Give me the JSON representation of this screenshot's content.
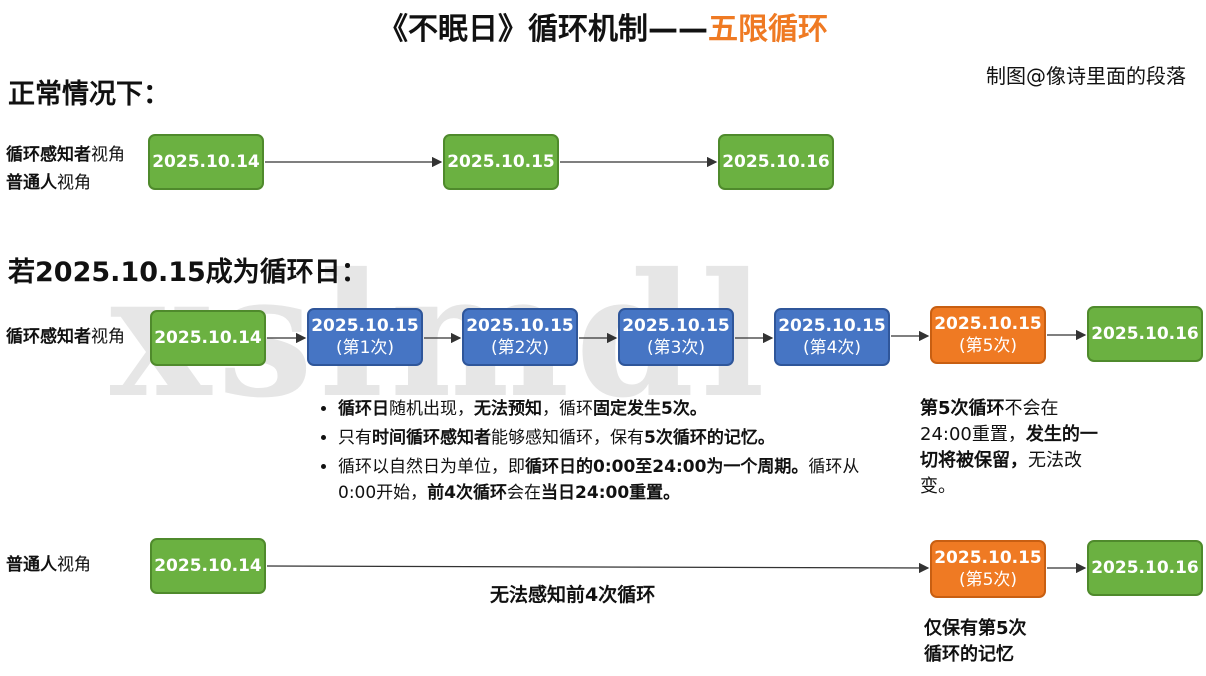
{
  "title": {
    "part1": "《不眠日》循环机制——",
    "part2": "五限循环"
  },
  "credit": "制图@像诗里面的段落",
  "watermark": "xslmdl",
  "section1": {
    "heading": "正常情况下：",
    "label_loop_bold": "循环感知者",
    "label_loop_rest": "视角",
    "label_normal_bold": "普通人",
    "label_normal_rest": "视角",
    "dates": [
      "2025.10.14",
      "2025.10.15",
      "2025.10.16"
    ]
  },
  "section2": {
    "heading": "若2025.10.15成为循环日：",
    "label_loop_bold": "循环感知者",
    "label_loop_rest": "视角",
    "start": "2025.10.14",
    "loops": [
      {
        "date": "2025.10.15",
        "sub": "(第1次)"
      },
      {
        "date": "2025.10.15",
        "sub": "(第2次)"
      },
      {
        "date": "2025.10.15",
        "sub": "(第3次)"
      },
      {
        "date": "2025.10.15",
        "sub": "(第4次)"
      },
      {
        "date": "2025.10.15",
        "sub": "(第5次)"
      }
    ],
    "end": "2025.10.16"
  },
  "bullets": {
    "b1": {
      "a": "循环日",
      "b": "随机出现，",
      "c": "无法预知",
      "d": "，循环",
      "e": "固定发生5次。"
    },
    "b2": {
      "a": "只有",
      "b": "时间循环感知者",
      "c": "能够感知循环，保有",
      "d": "5次循环的记忆。"
    },
    "b3": {
      "a": "循环以自然日为单位，即",
      "b": "循环日的0:00至24:00为一个周期。",
      "c": "循环从0:00开始，",
      "d": "前4次循环",
      "e": "会在",
      "f": "当日24:00重置。"
    }
  },
  "note5": {
    "a": "第5次循环",
    "b": "不会在24:00重置，",
    "c": "发生的一切将被保留，",
    "d": "无法改变。"
  },
  "section3": {
    "label_bold": "普通人",
    "label_rest": "视角",
    "start": "2025.10.14",
    "loop": {
      "date": "2025.10.15",
      "sub": "(第5次)"
    },
    "end": "2025.10.16",
    "missed": "无法感知前4次循环",
    "keep_line1": "仅保有第5次",
    "keep_line2": "循环的记忆"
  },
  "colors": {
    "green": "#6bb141",
    "blue": "#4675c4",
    "orange": "#ef7a23"
  }
}
